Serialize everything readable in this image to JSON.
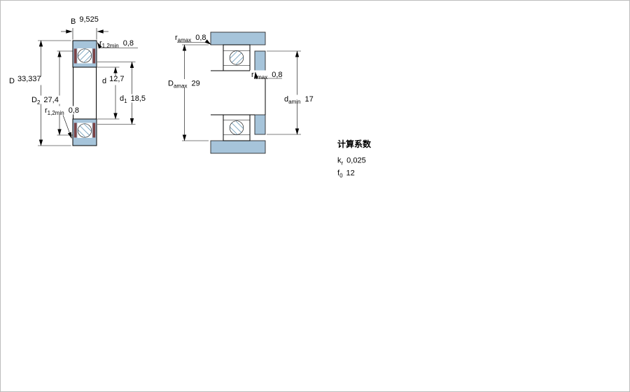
{
  "left": {
    "B": {
      "sym": "B",
      "sub": "",
      "value": "9,525"
    },
    "r_top": {
      "sym": "r",
      "sub": "1,2min",
      "value": "0,8"
    },
    "D": {
      "sym": "D",
      "sub": "",
      "value": "33,337"
    },
    "D2": {
      "sym": "D",
      "sub": "2",
      "value": "27,4"
    },
    "r_bottom": {
      "sym": "r",
      "sub": "1,2min",
      "value": "0,8"
    },
    "d": {
      "sym": "d",
      "sub": "",
      "value": "12,7"
    },
    "d1": {
      "sym": "d",
      "sub": "1",
      "value": "18,5"
    }
  },
  "right": {
    "ra_top": {
      "sym": "r",
      "sub": "amax",
      "value": "0,8"
    },
    "Da": {
      "sym": "D",
      "sub": "amax",
      "value": "29"
    },
    "ra_mid": {
      "sym": "r",
      "sub": "amax",
      "value": "0,8"
    },
    "da": {
      "sym": "d",
      "sub": "amin",
      "value": "17"
    }
  },
  "factors": {
    "title": "计算系数",
    "kr": {
      "sym": "k",
      "sub": "r",
      "value": "0,025"
    },
    "f0": {
      "sym": "f",
      "sub": "0",
      "value": "12"
    }
  },
  "colors": {
    "steel_blue": "#a6c4da",
    "steel_stroke": "#4a7694",
    "seal_dark": "#7a4245",
    "hatch": "#6e9cba"
  }
}
